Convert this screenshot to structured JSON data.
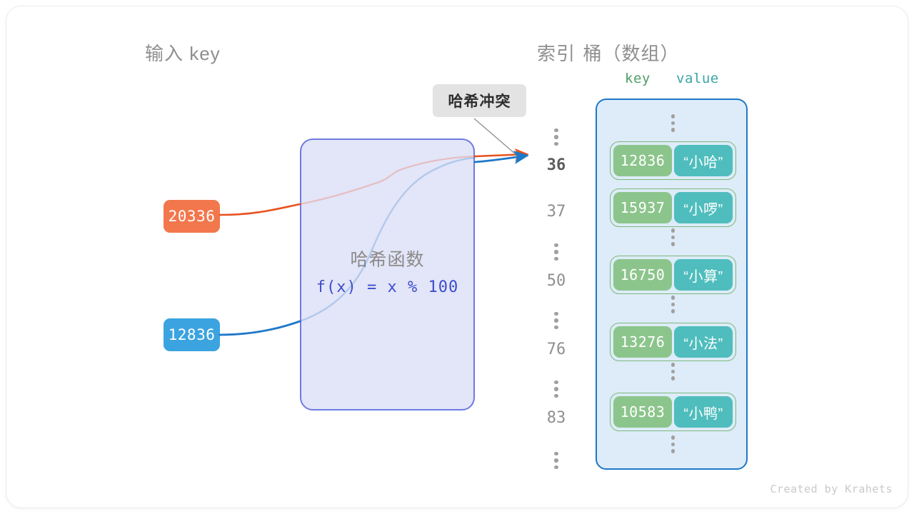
{
  "headings": {
    "input": "输入 key",
    "index": "索引",
    "bucket": "桶（数组）",
    "key_sub": "key",
    "value_sub": "value"
  },
  "input_keys": [
    {
      "value": "20336",
      "color": "#f3774c"
    },
    {
      "value": "12836",
      "color": "#3ba3e0"
    }
  ],
  "hash_function": {
    "title": "哈希函数",
    "formula": "f(x) = x % 100",
    "border_color": "#6e7be0",
    "fill_color": "#e3e5f8"
  },
  "collision_label": {
    "text": "哈希冲突",
    "background": "#e3e3e3"
  },
  "index_column": [
    {
      "type": "dots"
    },
    {
      "type": "num",
      "value": "36",
      "highlight": true
    },
    {
      "type": "num",
      "value": "37",
      "highlight": false
    },
    {
      "type": "dots"
    },
    {
      "type": "num",
      "value": "50",
      "highlight": false
    },
    {
      "type": "dots"
    },
    {
      "type": "num",
      "value": "76",
      "highlight": false
    },
    {
      "type": "dots"
    },
    {
      "type": "num",
      "value": "83",
      "highlight": false
    },
    {
      "type": "dots"
    }
  ],
  "bucket": {
    "border_color": "#1e78c8",
    "fill_color": "#ddecf8",
    "key_color": "#8cc58c",
    "value_color": "#4fbdbd",
    "items": [
      {
        "type": "dots"
      },
      {
        "type": "pair",
        "key": "12836",
        "value": "“小哈”"
      },
      {
        "type": "pair",
        "key": "15937",
        "value": "“小啰”"
      },
      {
        "type": "dots"
      },
      {
        "type": "pair",
        "key": "16750",
        "value": "“小算”"
      },
      {
        "type": "dots"
      },
      {
        "type": "pair",
        "key": "13276",
        "value": "“小法”"
      },
      {
        "type": "dots"
      },
      {
        "type": "pair",
        "key": "10583",
        "value": "“小鸭”"
      },
      {
        "type": "dots"
      }
    ]
  },
  "arrows": {
    "orange_color": "#e8521f",
    "blue_color": "#1e78c8",
    "leader_color": "#8a8a8a"
  },
  "footer": "Created by Krahets"
}
